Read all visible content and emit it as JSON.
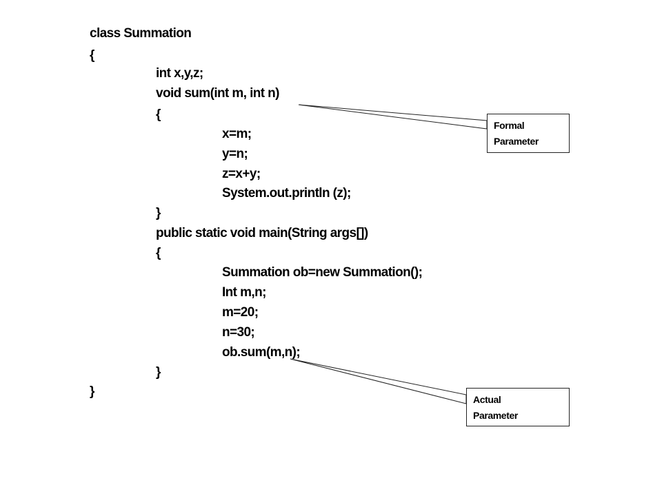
{
  "code_lines": [
    "class Summation",
    "{",
    "int x,y,z;",
    "void sum(int m, int n)",
    "{",
    "x=m;",
    "y=n;",
    "z=x+y;",
    "System.out.println (z);",
    "}",
    "public static void main(String args[])",
    "{",
    "Summation ob=new Summation();",
    "Int m,n;",
    "m=20;",
    "n=30;",
    "ob.sum(m,n);",
    "}",
    "}"
  ],
  "callouts": {
    "formal": {
      "line1": "Formal",
      "line2": "Parameter"
    },
    "actual": {
      "line1": "Actual",
      "line2": "Parameter"
    }
  }
}
